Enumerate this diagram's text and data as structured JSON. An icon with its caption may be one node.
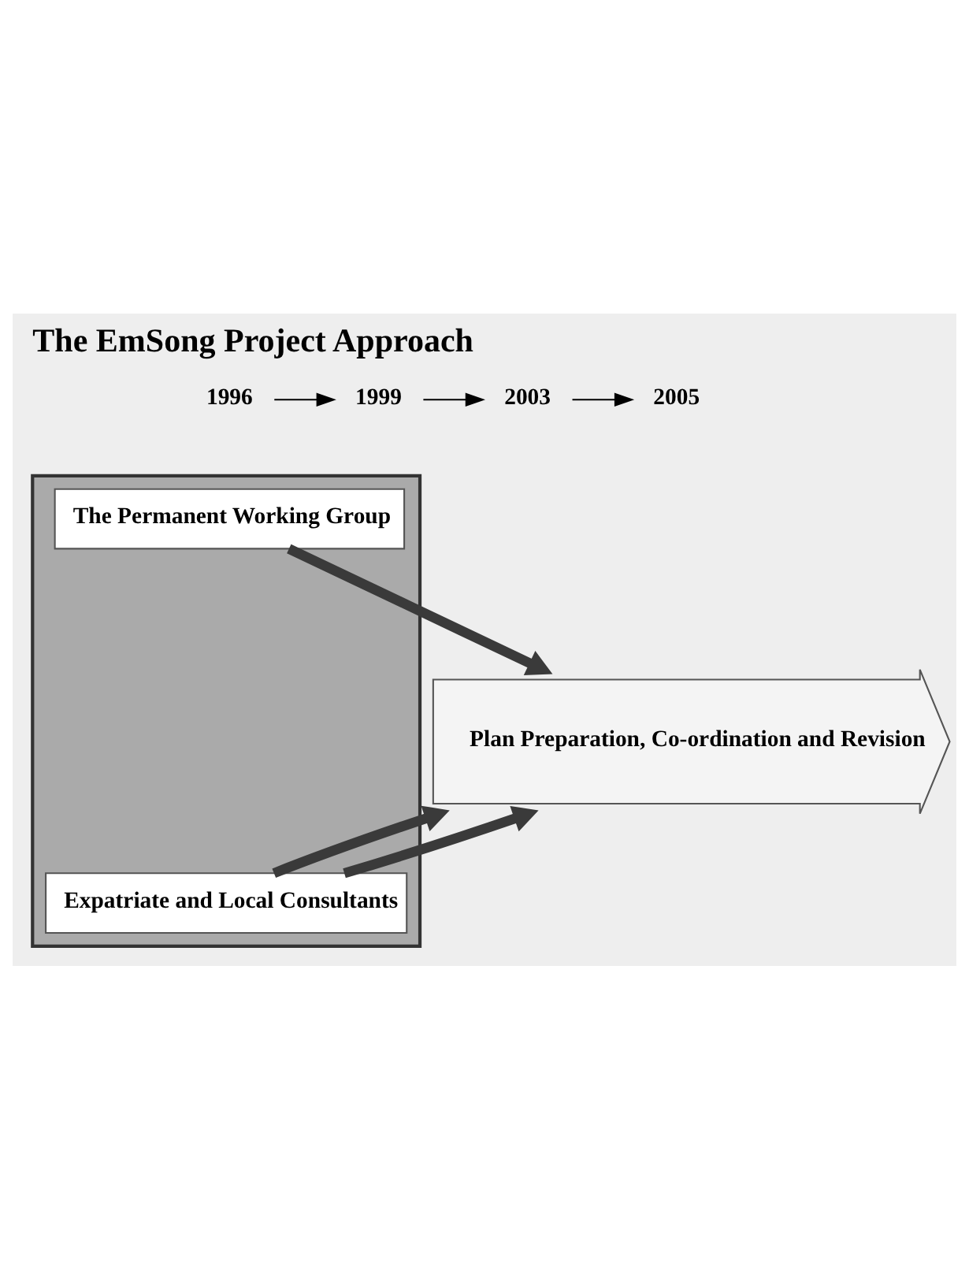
{
  "diagram": {
    "title": "The EmSong Project Approach",
    "nodes": [
      {
        "text": [
          "1996"
        ]
      },
      {
        "text": [
          "1999"
        ]
      },
      {
        "text": [
          "2003"
        ]
      },
      {
        "text": [
          "2005"
        ]
      },
      {
        "text": [],
        "shape": "box"
      },
      {
        "text": [
          "The Permanent Working Group"
        ],
        "in": 4
      },
      {
        "text": [
          "Expatriate and Local Consultants"
        ],
        "in": 4
      },
      {
        "text": [
          "Plan Preparation, Co-ordination and Revision"
        ]
      }
    ],
    "edges": [
      {
        "from": 0,
        "to": 1,
        "arrow": "to"
      },
      {
        "from": 1,
        "to": 2,
        "arrow": "to"
      },
      {
        "from": 2,
        "to": 3,
        "arrow": "to"
      },
      {
        "from": 5,
        "to": 7,
        "arrow": "to",
        "style": "thick",
        "color": "#3a3a3a"
      },
      {
        "from": 6,
        "to": 7,
        "arrow": "to",
        "style": "thick",
        "color": "#3a3a3a"
      },
      {
        "from": 6,
        "to": 7,
        "arrow": "to",
        "style": "thick",
        "color": "#3a3a3a"
      }
    ]
  }
}
